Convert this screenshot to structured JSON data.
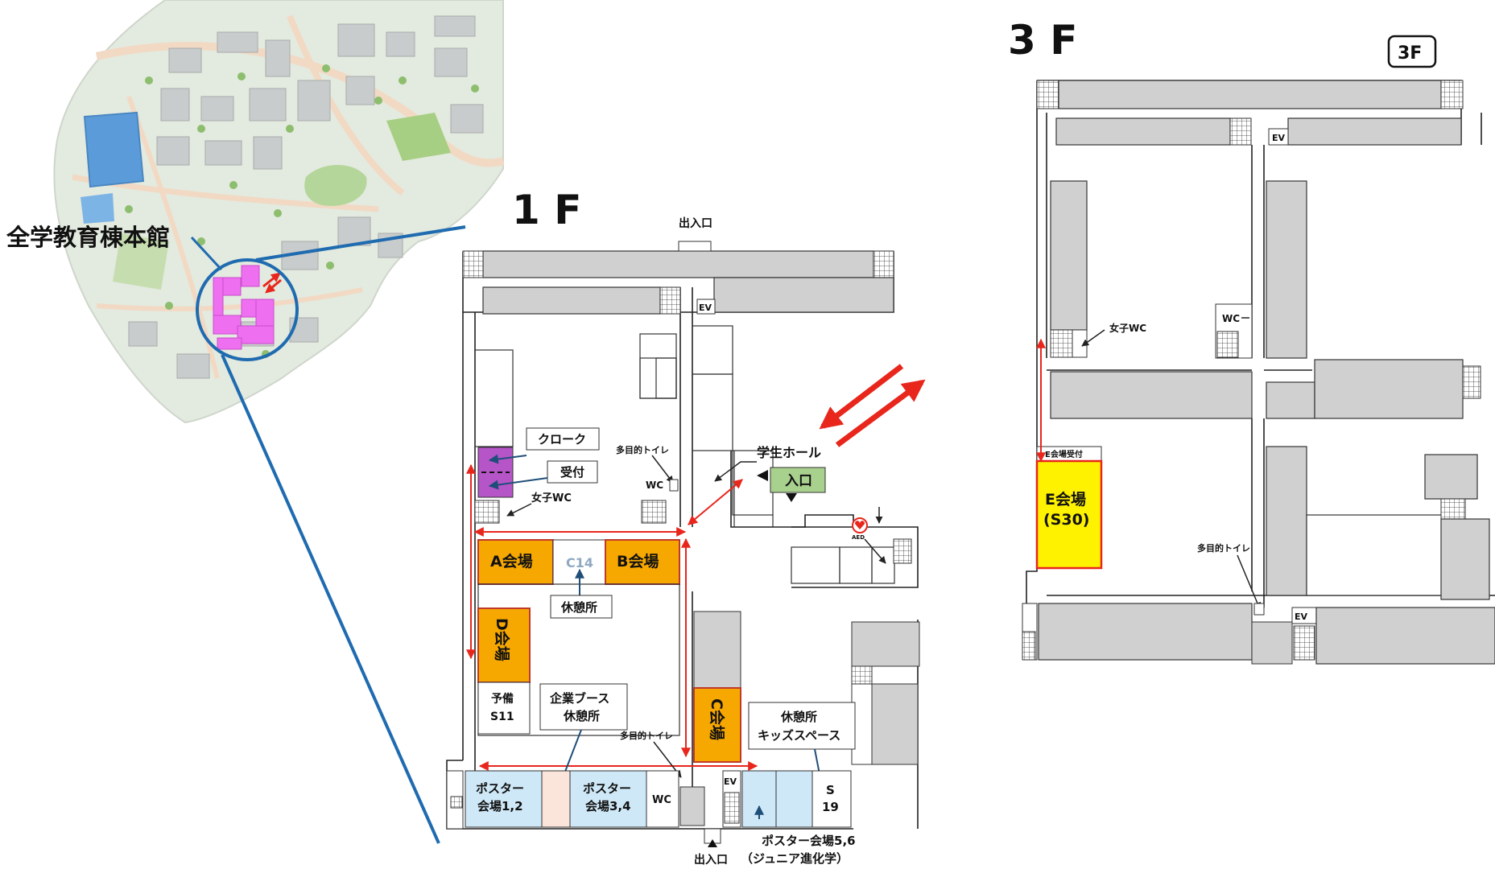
{
  "campus": {
    "building_label": "全学教育棟本館"
  },
  "floor1": {
    "title": "1 F",
    "entrance_top": "出入口",
    "entrance_bottom": "出入口",
    "ev": "EV",
    "ev_bottom": "EV",
    "cloak": "クローク",
    "reception": "受付",
    "womens_wc": "女子WC",
    "multi_toilet_top": "多目的トイレ",
    "multi_toilet_bottom": "多目的トイレ",
    "wc": "WC",
    "wc_bottom": "WC",
    "student_hall": "学生ホール",
    "entrance_marker": "入口",
    "aed": "AED",
    "room_a": "A会場",
    "room_c14": "C14",
    "room_b": "B会場",
    "rest_area": "休憩所",
    "room_d": "D会場",
    "spare_line1": "予備",
    "spare_line2": "S11",
    "corp_booth_line1": "企業ブース",
    "corp_booth_line2": "休憩所",
    "room_c": "C会場",
    "rest_kids_line1": "休憩所",
    "rest_kids_line2": "キッズスペース",
    "poster12_line1": "ポスター",
    "poster12_line2": "会場1,2",
    "poster34_line1": "ポスター",
    "poster34_line2": "会場3,4",
    "s19_line1": "S",
    "s19_line2": "19",
    "poster56_line1": "ポスター会場5,6",
    "poster56_line2": "（ジュニア進化学）"
  },
  "floor3": {
    "title": "3 F",
    "badge": "3F",
    "ev_top": "EV",
    "ev_bottom": "EV",
    "wc": "WC",
    "womens_wc": "女子WC",
    "room_e_reception": "E会場受付",
    "room_e_line1": "E会場",
    "room_e_line2": "(S30)",
    "multi_toilet": "多目的トイレ"
  },
  "colors": {
    "room_orange": "#F7A800",
    "room_yellow": "#FFF200",
    "cloak_purple": "#B655C8",
    "entrance_green": "#A9D18E",
    "poster_blue": "#CFE8F7",
    "poster_pink": "#FBE4DA",
    "wall_gray": "#D0D0D0",
    "arrow_red": "#E8261C",
    "line_blue": "#1F6BB0",
    "building_magenta": "#EE6FF0"
  }
}
